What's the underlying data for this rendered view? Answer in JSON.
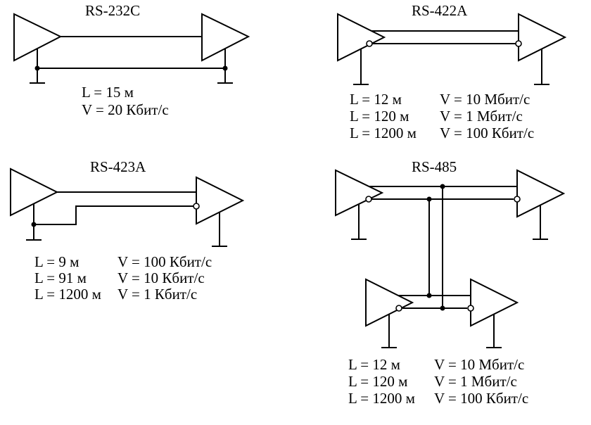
{
  "diagrams": {
    "rs232c": {
      "title": "RS-232C",
      "specs": [
        "L = 15 м",
        "V = 20 Кбит/с"
      ]
    },
    "rs422a": {
      "title": "RS-422A",
      "specs": [
        {
          "L": "L = 12 м",
          "V": "V = 10 Мбит/с"
        },
        {
          "L": "L = 120 м",
          "V": "V = 1 Мбит/с"
        },
        {
          "L": "L = 1200 м",
          "V": "V = 100 Кбит/с"
        }
      ]
    },
    "rs423a": {
      "title": "RS-423A",
      "specs": [
        {
          "L": "L = 9 м",
          "V": "V = 100 Кбит/с"
        },
        {
          "L": "L = 91 м",
          "V": "V = 10 Кбит/с"
        },
        {
          "L": "L = 1200 м",
          "V": "V = 1 Кбит/с"
        }
      ]
    },
    "rs485": {
      "title": "RS-485",
      "specs": [
        {
          "L": "L = 12 м",
          "V": "V = 10 Мбит/с"
        },
        {
          "L": "L = 120 м",
          "V": "V = 1 Мбит/с"
        },
        {
          "L": "L = 1200 м",
          "V": "V = 100 Кбит/с"
        }
      ]
    }
  }
}
